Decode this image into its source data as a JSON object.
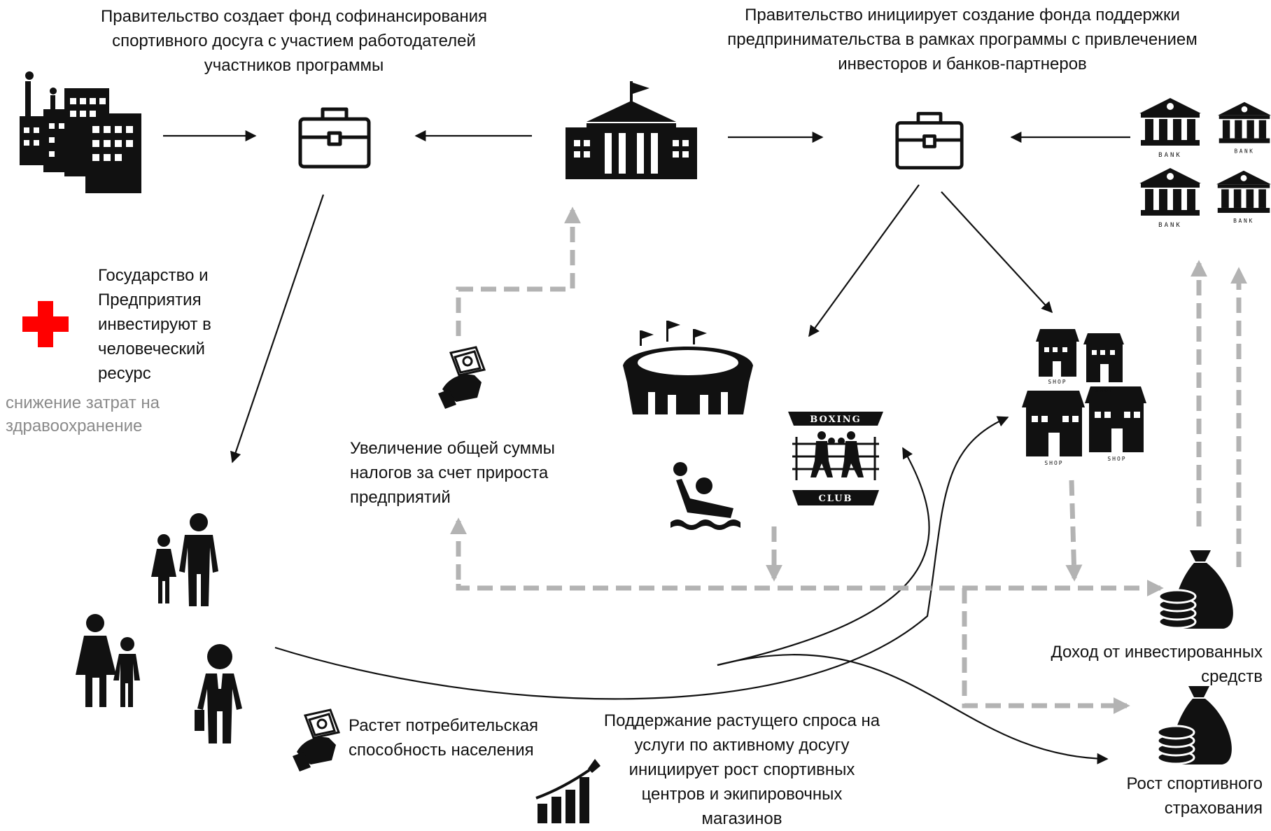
{
  "labels": {
    "fund_sport_title": "Правительство создает фонд софинансирования спортивного досуга с участием работодателей участников программы",
    "fund_business_title": "Правительство инициирует создание фонда поддержки предпринимательства в рамках программы с привлечением инвесторов и банков-партнеров",
    "human_capital": "Государство и Предприятия инвестируют в человеческий ресурс",
    "healthcare_savings": "снижение затрат на здравоохранение",
    "tax_growth": "Увеличение общей суммы налогов за счет прироста предприятий",
    "consumer_growth": "Растет потребительская способность населения",
    "demand_support": "Поддержание растущего спроса на услуги по активному досугу инициирует рост спортивных центров и экипировочных магазинов",
    "investment_income": "Доход от инвестированных средств",
    "insurance_growth": "Рост спортивного страхования"
  },
  "icon_text": {
    "bank": "BANK",
    "shop": "SHOP",
    "boxing_top": "BOXING",
    "boxing_bottom": "CLUB"
  },
  "colors": {
    "solid_arrow": "#111111",
    "dashed_arrow": "#b3b3b3",
    "red_cross": "#ff0000",
    "grey_text": "#8a8a8a"
  }
}
